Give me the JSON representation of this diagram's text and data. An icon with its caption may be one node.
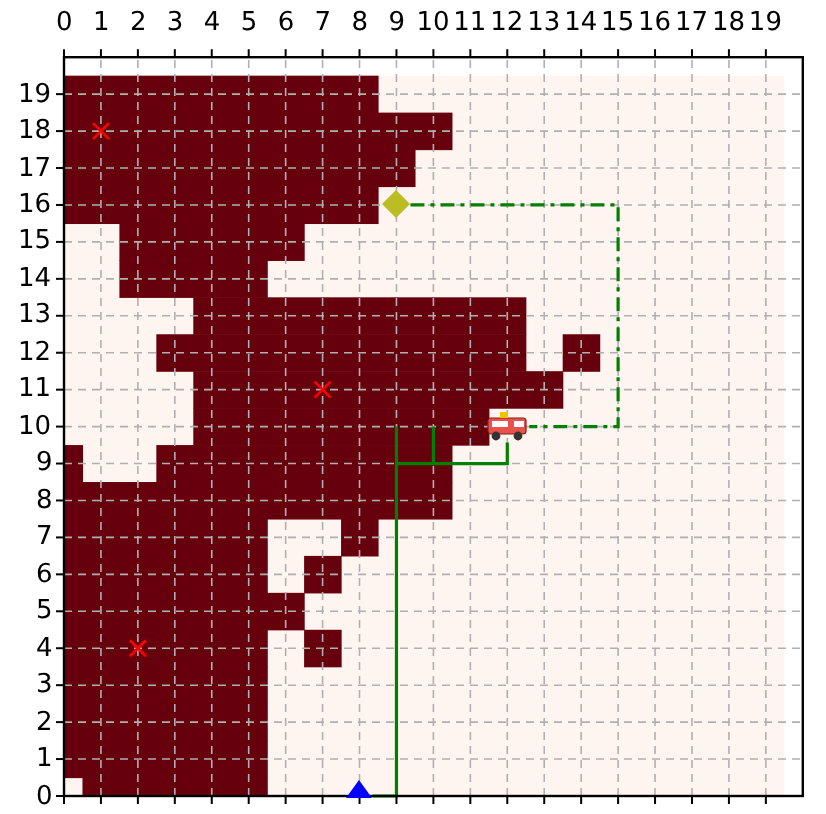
{
  "diagram": {
    "nodes": [
      {
        "text": [],
        "shape": "diamond"
      },
      {
        "text": [],
        "shape": "truck"
      },
      {
        "text": [],
        "shape": "triangle"
      }
    ],
    "edges": [
      {
        "from": 0,
        "to": 1,
        "arrow": "none",
        "style": "dashed"
      },
      {
        "from": 2,
        "to": 1,
        "arrow": "none"
      }
    ],
    "labels": [
      "0",
      "1",
      "2",
      "3",
      "4",
      "5",
      "6",
      "7",
      "8",
      "9",
      "10",
      "11",
      "12",
      "13",
      "14",
      "15",
      "16",
      "17",
      "18",
      "19",
      "19",
      "18",
      "17",
      "16",
      "15",
      "14",
      "13",
      "12",
      "11",
      "10",
      "9",
      "8",
      "7",
      "6",
      "5",
      "4",
      "3",
      "2",
      "1",
      "0"
    ]
  }
}
